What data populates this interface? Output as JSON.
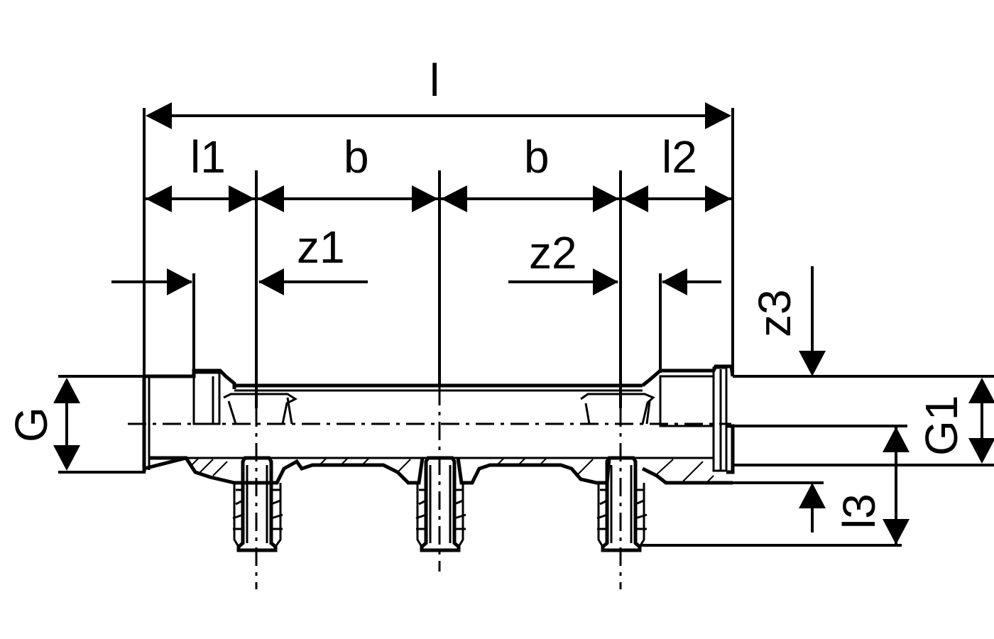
{
  "labels": {
    "l": "l",
    "l1": "l1",
    "b_left": "b",
    "b_right": "b",
    "l2": "l2",
    "z1": "z1",
    "z2": "z2",
    "z3": "z3",
    "G": "G",
    "G1": "G1",
    "l3": "l3"
  }
}
